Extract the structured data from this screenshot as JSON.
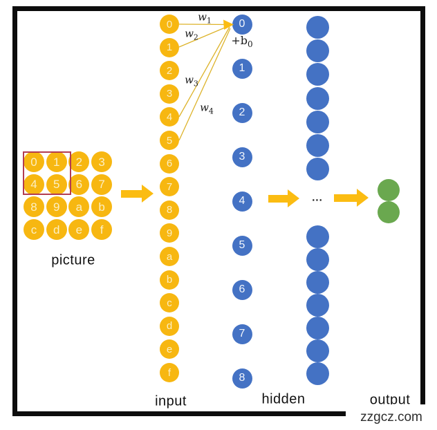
{
  "diagram": {
    "picture": {
      "label": "picture",
      "grid": [
        [
          "0",
          "1",
          "2",
          "3"
        ],
        [
          "4",
          "5",
          "6",
          "7"
        ],
        [
          "8",
          "9",
          "a",
          "b"
        ],
        [
          "c",
          "d",
          "e",
          "f"
        ]
      ],
      "highlighted_cells": [
        "0",
        "1",
        "4",
        "5"
      ]
    },
    "input": {
      "label": "input",
      "nodes": [
        "0",
        "1",
        "2",
        "3",
        "4",
        "5",
        "6",
        "7",
        "8",
        "9",
        "a",
        "b",
        "c",
        "d",
        "e",
        "f"
      ]
    },
    "hidden": {
      "label": "hidden",
      "numbered_nodes": [
        "0",
        "1",
        "2",
        "3",
        "4",
        "5",
        "6",
        "7",
        "8"
      ],
      "unlabeled_nodes_top": 7,
      "unlabeled_nodes_bottom": 7,
      "ellipsis": "..."
    },
    "output": {
      "label": "output",
      "node_count": 2
    },
    "weights": [
      {
        "base": "w",
        "sub": "1"
      },
      {
        "base": "w",
        "sub": "2"
      },
      {
        "base": "w",
        "sub": "3"
      },
      {
        "base": "w",
        "sub": "4"
      }
    ],
    "bias": {
      "base": "+b",
      "sub": "0"
    },
    "watermark": "zzgcz.com",
    "colors": {
      "node_yellow": "#F7B711",
      "node_blue": "#4472C4",
      "node_green": "#6AA84F",
      "arrow_gold": "#FBBC12",
      "highlight_red": "#B23B50",
      "line_gold": "#DDB32A",
      "frame_black": "#0D0D0D"
    }
  }
}
